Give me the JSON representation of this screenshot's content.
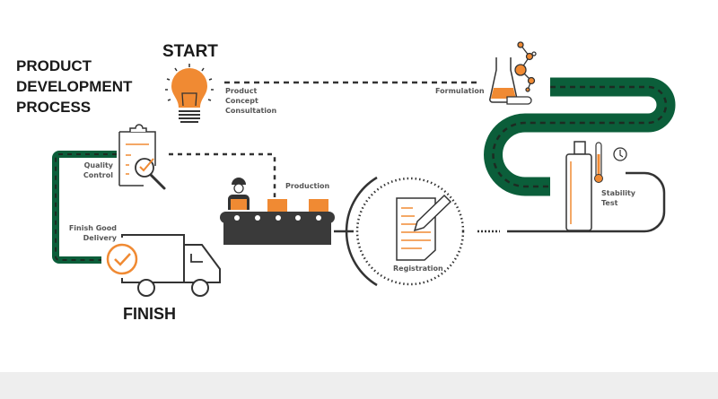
{
  "title_lines": [
    "PRODUCT",
    "DEVELOPMENT",
    "PROCESS"
  ],
  "start_label": "START",
  "finish_label": "FINISH",
  "steps": {
    "concept": [
      "Product",
      "Concept",
      "Consultation"
    ],
    "formulation": "Formulation",
    "stability": [
      "Stability",
      "Test"
    ],
    "registration": "Registration",
    "production": "Production",
    "quality": [
      "Quality",
      "Control"
    ],
    "delivery": [
      "Finish Good",
      "Delivery"
    ]
  },
  "colors": {
    "orange": "#f08a33",
    "green": "#0b5e3a",
    "dark": "#333333"
  }
}
